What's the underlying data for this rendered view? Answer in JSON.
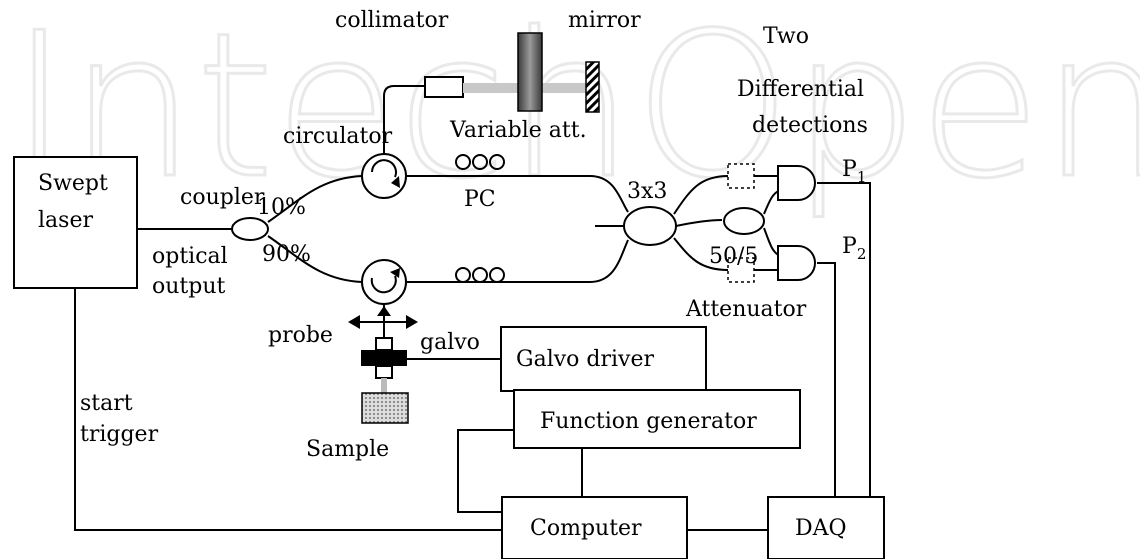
{
  "watermark": "IntechOpen",
  "labels": {
    "collimator": "collimator",
    "mirror": "mirror",
    "two": "Two",
    "differential": "Differential",
    "detections": "detections",
    "circulator": "circulator",
    "variable_att": "Variable att.",
    "swept_1": "Swept",
    "swept_2": "laser",
    "coupler": "coupler",
    "ten_pct": "10%",
    "ninety_pct": "90%",
    "pc": "PC",
    "three_by_three": "3x3",
    "fifty_five": "50/5",
    "attenuator": "Attenuator",
    "optical": "optical",
    "output": "output",
    "p1": "P",
    "p1_sub": "1",
    "p2": "P",
    "p2_sub": "2",
    "probe": "probe",
    "galvo": "galvo",
    "galvo_driver": "Galvo driver",
    "start": "start",
    "trigger": "trigger",
    "function_generator": "Function generator",
    "sample": "Sample",
    "computer": "Computer",
    "daq": "DAQ"
  }
}
